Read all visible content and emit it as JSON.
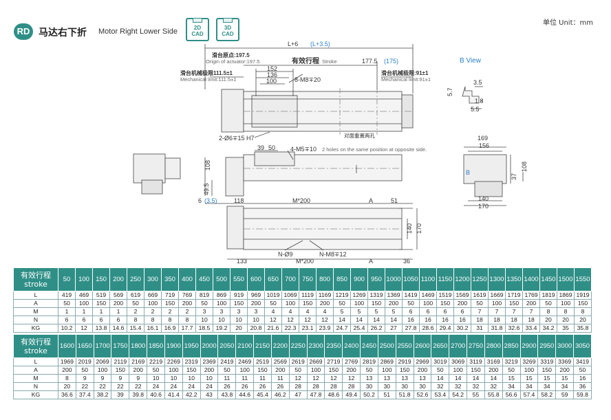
{
  "header": {
    "badge": "RD",
    "title_cn": "马达右下折",
    "title_en": "Motor Right Lower Side",
    "cad_2d_line1": "2D",
    "cad_2d_line2": "CAD",
    "cad_3d_line1": "3D",
    "cad_3d_line2": "CAD",
    "unit": "单位 Unit：mm"
  },
  "drawing": {
    "L_formula": "L+6",
    "L_formula_alt": "(L+3.5)",
    "origin_cn": "滑台原点:197.5",
    "origin_en": "Origin of actuator:197.5",
    "stroke_cn": "有效行程",
    "stroke_en": "Stroke",
    "right_dim": "177.5",
    "right_dim_alt": "(175)",
    "b_view": "B View",
    "mech_left_cn": "滑台机械极限111.5±1",
    "mech_left_en": "Mechanical limit:111.5±1",
    "mech_right_cn": "滑台机械极限:91±1",
    "mech_right_en": "Mechanical limit:91±1",
    "d152": "152",
    "d136": "136",
    "d100": "100",
    "m8": "8-M8∓20",
    "dowel": "2-Ø6∓15 H7",
    "opposite_cn": "对面重置两孔",
    "d39": "39",
    "d50": "50",
    "m5": "4-M5∓10",
    "m5_note": "2 holes on the same position at opposite side.",
    "d108": "108",
    "d49_5": "49.5",
    "d6": "6",
    "d6_alt": "(3.5)",
    "d118": "118",
    "m200_top": "M*200",
    "A_top": "A",
    "d51": "51",
    "d140v": "140",
    "d170v": "170",
    "n9": "N-Ø9",
    "nm8": "N-M8∓12",
    "d133": "133",
    "m200_bot": "M*200",
    "A_bot": "A",
    "d36": "36",
    "bv_169": "169",
    "bv_156": "156",
    "bv_108": "108",
    "bv_37": "37",
    "bv_140": "140",
    "bv_170": "170",
    "bv_B": "B",
    "d3_5": "3.5",
    "d5_7": "5.7",
    "d1_8": "1.8",
    "d5_5": "5.5"
  },
  "table1": {
    "head_cn": "有效行程",
    "head_en": "stroke",
    "strokes": [
      "50",
      "100",
      "150",
      "200",
      "250",
      "300",
      "350",
      "400",
      "450",
      "500",
      "550",
      "600",
      "650",
      "700",
      "750",
      "800",
      "850",
      "900",
      "950",
      "1000",
      "1050",
      "1100",
      "1150",
      "1200",
      "1250",
      "1300",
      "1350",
      "1400",
      "1450",
      "1500",
      "1550"
    ],
    "rows": [
      {
        "label": "L",
        "values": [
          "419",
          "469",
          "519",
          "569",
          "619",
          "669",
          "719",
          "769",
          "819",
          "869",
          "919",
          "969",
          "1019",
          "1069",
          "1119",
          "1169",
          "1219",
          "1269",
          "1319",
          "1369",
          "1419",
          "1469",
          "1519",
          "1569",
          "1619",
          "1669",
          "1719",
          "1769",
          "1819",
          "1869",
          "1919"
        ]
      },
      {
        "label": "A",
        "values": [
          "50",
          "100",
          "150",
          "200",
          "50",
          "100",
          "150",
          "200",
          "50",
          "100",
          "150",
          "200",
          "50",
          "100",
          "150",
          "200",
          "50",
          "100",
          "150",
          "200",
          "50",
          "100",
          "150",
          "200",
          "50",
          "100",
          "150",
          "200",
          "50",
          "100",
          "150"
        ]
      },
      {
        "label": "M",
        "values": [
          "1",
          "1",
          "1",
          "1",
          "2",
          "2",
          "2",
          "2",
          "3",
          "3",
          "3",
          "3",
          "4",
          "4",
          "4",
          "4",
          "5",
          "5",
          "5",
          "5",
          "6",
          "6",
          "6",
          "6",
          "7",
          "7",
          "7",
          "7",
          "8",
          "8",
          "8"
        ]
      },
      {
        "label": "N",
        "values": [
          "6",
          "6",
          "6",
          "6",
          "8",
          "8",
          "8",
          "8",
          "10",
          "10",
          "10",
          "10",
          "12",
          "12",
          "12",
          "12",
          "14",
          "14",
          "14",
          "14",
          "16",
          "16",
          "16",
          "16",
          "18",
          "18",
          "18",
          "18",
          "20",
          "20",
          "20"
        ]
      },
      {
        "label": "KG",
        "values": [
          "10.2",
          "12",
          "13.8",
          "14.6",
          "15.4",
          "16.1",
          "16.9",
          "17.7",
          "18.5",
          "19.2",
          "20",
          "20.8",
          "21.6",
          "22.3",
          "23.1",
          "23.9",
          "24.7",
          "25.4",
          "26.2",
          "27",
          "27.8",
          "28.6",
          "29.4",
          "30.2",
          "31",
          "31.8",
          "32.6",
          "33.4",
          "34.2",
          "35",
          "35.8"
        ]
      }
    ]
  },
  "table2": {
    "head_cn": "有效行程",
    "head_en": "stroke",
    "strokes": [
      "1600",
      "1650",
      "1700",
      "1750",
      "1800",
      "1850",
      "1900",
      "1950",
      "2000",
      "2050",
      "2100",
      "2150",
      "2200",
      "2250",
      "2300",
      "2350",
      "2400",
      "2450",
      "2500",
      "2550",
      "2600",
      "2650",
      "2700",
      "2750",
      "2800",
      "2850",
      "2900",
      "2950",
      "3000",
      "3050"
    ],
    "rows": [
      {
        "label": "L",
        "values": [
          "1969",
          "2019",
          "2069",
          "2119",
          "2169",
          "2219",
          "2269",
          "2319",
          "2369",
          "2419",
          "2469",
          "2519",
          "2569",
          "2619",
          "2669",
          "2719",
          "2769",
          "2819",
          "2869",
          "2919",
          "2969",
          "3019",
          "3069",
          "3119",
          "3169",
          "3219",
          "3269",
          "3319",
          "3369",
          "3419"
        ]
      },
      {
        "label": "A",
        "values": [
          "200",
          "50",
          "100",
          "150",
          "200",
          "50",
          "100",
          "150",
          "200",
          "50",
          "100",
          "150",
          "200",
          "50",
          "100",
          "150",
          "200",
          "50",
          "100",
          "150",
          "200",
          "50",
          "100",
          "150",
          "200",
          "50",
          "100",
          "150",
          "200",
          "50"
        ]
      },
      {
        "label": "M",
        "values": [
          "8",
          "9",
          "9",
          "9",
          "9",
          "10",
          "10",
          "10",
          "10",
          "11",
          "11",
          "11",
          "11",
          "12",
          "12",
          "12",
          "12",
          "13",
          "13",
          "13",
          "13",
          "14",
          "14",
          "14",
          "14",
          "15",
          "15",
          "15",
          "15",
          "16"
        ]
      },
      {
        "label": "N",
        "values": [
          "20",
          "22",
          "22",
          "22",
          "22",
          "24",
          "24",
          "24",
          "24",
          "26",
          "26",
          "26",
          "26",
          "28",
          "28",
          "28",
          "28",
          "30",
          "30",
          "30",
          "30",
          "32",
          "32",
          "32",
          "32",
          "34",
          "34",
          "34",
          "34",
          "36"
        ]
      },
      {
        "label": "KG",
        "values": [
          "36.6",
          "37.4",
          "38.2",
          "39",
          "39.8",
          "40.6",
          "41.4",
          "42.2",
          "43",
          "43.8",
          "44.6",
          "45.4",
          "46.2",
          "47",
          "47.8",
          "48.6",
          "49.4",
          "50.2",
          "51",
          "51.8",
          "52.6",
          "53.4",
          "54.2",
          "55",
          "55.8",
          "56.6",
          "57.4",
          "58.2",
          "59",
          "59.8"
        ]
      }
    ]
  }
}
